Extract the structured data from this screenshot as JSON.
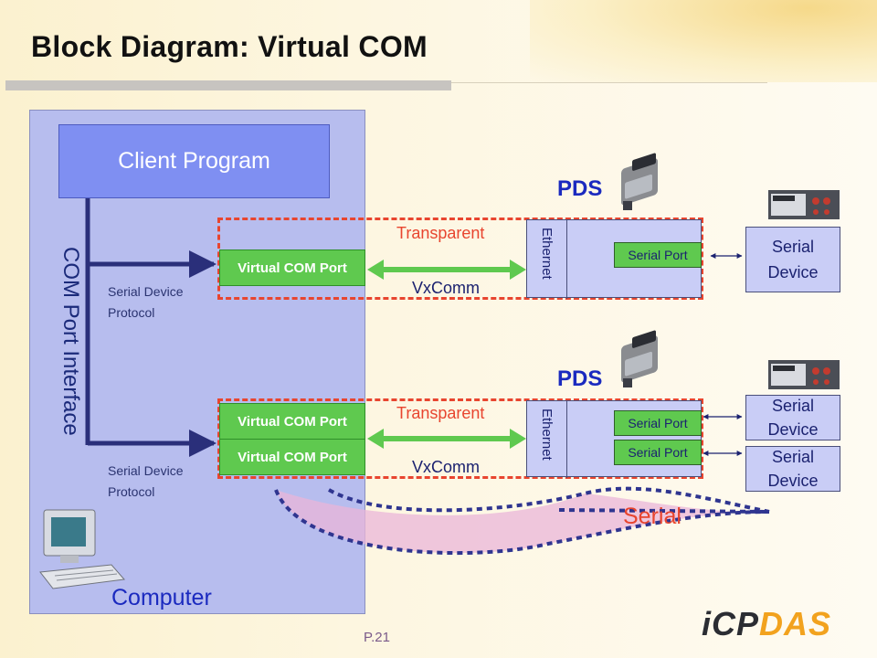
{
  "title": "Block Diagram: Virtual COM",
  "computer": {
    "client_program": "Client Program",
    "com_port_interface": "COM Port Interface",
    "serial_device_protocol_1_line1": "Serial Device",
    "serial_device_protocol_1_line2": "Protocol",
    "serial_device_protocol_2_line1": "Serial Device",
    "serial_device_protocol_2_line2": "Protocol",
    "label": "Computer"
  },
  "top_group": {
    "virtual_com_port": "Virtual COM Port",
    "transparent": "Transparent",
    "vxcomm": "VxComm",
    "pds": "PDS",
    "ethernet": "Ethernet",
    "serial_port": "Serial Port",
    "serial_device_line1": "Serial",
    "serial_device_line2": "Device"
  },
  "bottom_group": {
    "virtual_com_port_1": "Virtual COM Port",
    "virtual_com_port_2": "Virtual COM Port",
    "transparent": "Transparent",
    "vxcomm": "VxComm",
    "pds": "PDS",
    "ethernet": "Ethernet",
    "serial_port_1": "Serial Port",
    "serial_port_2": "Serial Port",
    "serial_device_1_line1": "Serial",
    "serial_device_1_line2": "Device",
    "serial_device_2_line1": "Serial",
    "serial_device_2_line2": "Device"
  },
  "serial_label": "Serial",
  "page_number": "P.21",
  "logo": {
    "part1": "iCP",
    "part2": "DAS"
  },
  "icons": [
    "pds-device-icon",
    "instrument-icon",
    "computer-icon"
  ],
  "colors": {
    "client_box": "#7f8ff2",
    "panel": "#b7bdee",
    "virtual_com": "#5fc94f",
    "dashed_border": "#e8452f",
    "arrow_green": "#5fc94f",
    "connector_dark": "#2a2f7a",
    "logo_orange": "#f2a21e"
  }
}
